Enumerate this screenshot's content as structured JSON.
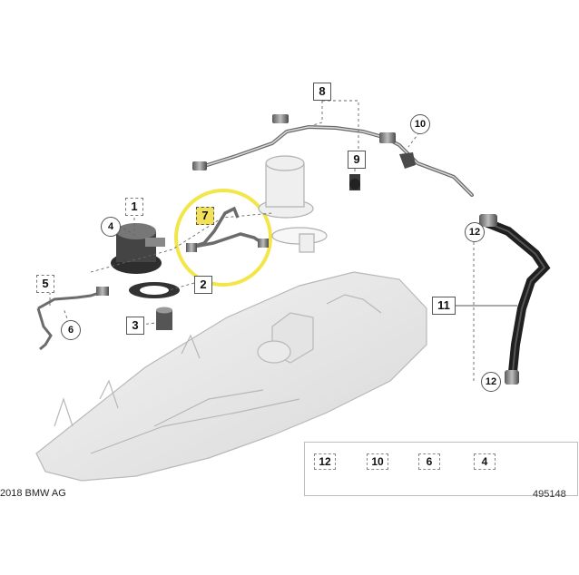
{
  "labels": {
    "l1": "1",
    "l2": "2",
    "l3": "3",
    "l4": "4",
    "l5": "5",
    "l6": "6",
    "l7": "7",
    "l8": "8",
    "l9": "9",
    "l10": "10",
    "l11": "11",
    "l12a": "12",
    "l12b": "12"
  },
  "legend": {
    "items": [
      "12",
      "10",
      "6",
      "4"
    ]
  },
  "footer": {
    "copyright": "2018 BMW AG",
    "ref_number": "495148"
  },
  "colors": {
    "highlight_circle": "#f2e64a",
    "label_highlight": "#f2e05a"
  }
}
